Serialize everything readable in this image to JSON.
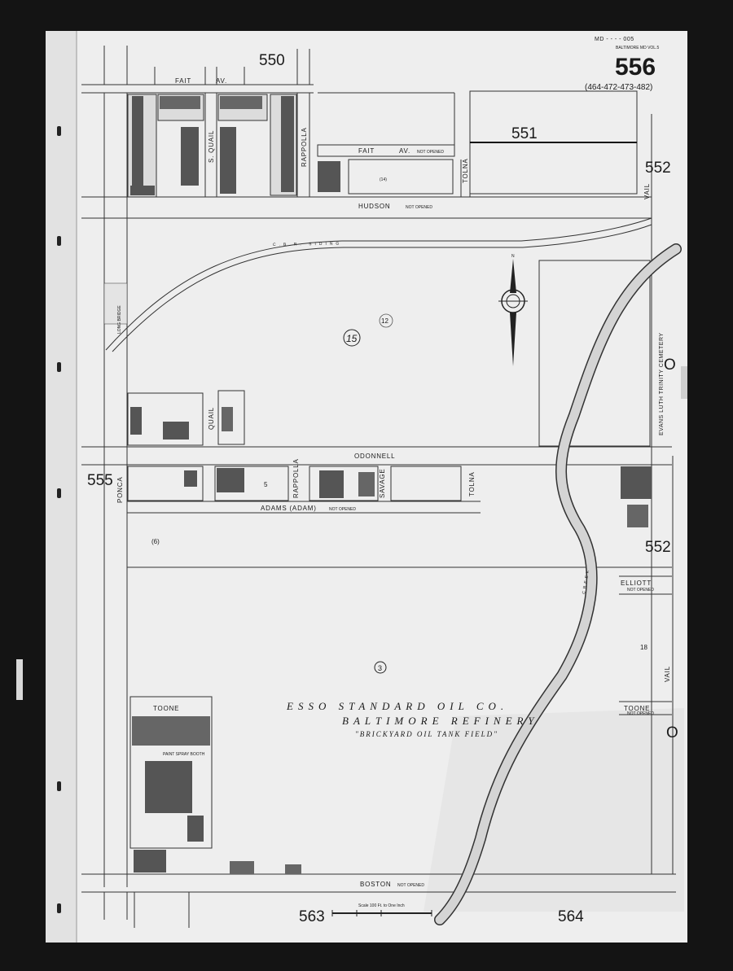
{
  "sheet": {
    "header_code": "MD - - - - 005",
    "header_place": "BALTIMORE MD VOL.5",
    "page_number": "556",
    "adjoining_sheets": "(464-472-473-482)"
  },
  "adjacent_pages": {
    "top": "550",
    "top_right": "551",
    "right_upper": "552",
    "right_middle": "552",
    "left": "555",
    "bottom_left": "563",
    "bottom_right": "564"
  },
  "streets": {
    "fait_west": "FAIT",
    "fait_west_suffix": "AV.",
    "fait_east": "FAIT",
    "fait_east_suffix": "AV.",
    "fait_note": "NOT OPENED",
    "hudson": "HUDSON",
    "hudson_note": "NOT OPENED",
    "s_quail": "S. QUAIL",
    "rappolla": "RAPPOLLA",
    "tolna_north": "TOLNA",
    "vail_north": "VAIL",
    "odonnell": "ODONNELL",
    "adams": "ADAMS (ADAM)",
    "adams_note": "NOT OPENED",
    "ponca": "PONCA",
    "quail": "QUAIL",
    "rappolla_south": "RAPPOLLA",
    "savage": "SAVAGE",
    "tolna_south": "TOLNA",
    "elliott": "ELLIOTT",
    "elliott_note": "NOT OPENED",
    "vail_south": "VAIL",
    "toone_west": "TOONE",
    "toone_east": "TOONE",
    "toone_note": "NOT OPENED",
    "boston": "BOSTON",
    "boston_note": "NOT OPENED"
  },
  "labels": {
    "cemetery": "EVANS LUTH TRINITY CEMETERY",
    "railway": "C.B.R. SIDING",
    "creek": "CREEK",
    "block_15": "15",
    "block_12": "12",
    "block_3": "3",
    "block_14": "(14)",
    "block_6": "(6)",
    "block_18": "18",
    "block_5": "5",
    "letter_o_upper": "O",
    "letter_o_lower": "O",
    "company_line1": "ESSO STANDARD OIL CO.",
    "company_line2": "BALTIMORE REFINERY",
    "company_line3": "\"BRICKYARD OIL TANK FIELD\"",
    "paint_shop": "PAINT SPRAY BOOTH",
    "long_bridge": "LONG BRIDGE",
    "scale_note": "Scale 100 Ft. to One Inch"
  },
  "compass": {
    "north_letter": "N"
  }
}
